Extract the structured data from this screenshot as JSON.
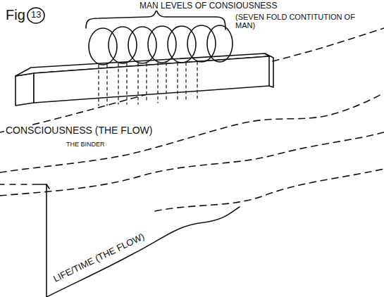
{
  "diagram": {
    "labels": [
      "Fig",
      "13",
      "MAN LEVELS OF CONSIOUSNESS",
      "(SEVEN FOLD CONTITUTION OF MAN)",
      "CONSCIOUSNESS (THE FLOW)",
      "THE BINDER",
      "LIFE/TIME (THE FLOW)"
    ]
  }
}
